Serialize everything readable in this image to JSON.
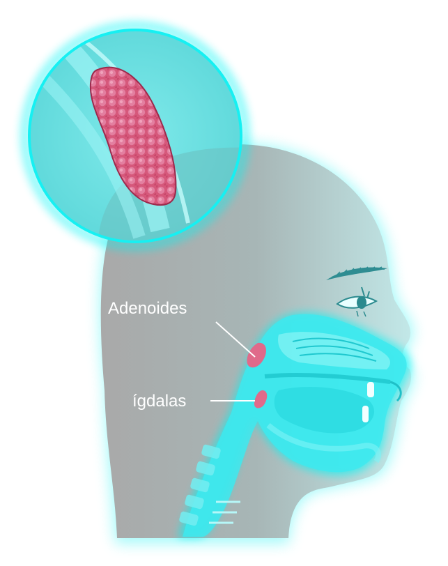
{
  "labels": {
    "adenoids": "Adenoides",
    "tonsils": "ígdalas"
  },
  "colors": {
    "background": "#ffffff",
    "head_gray": "#a6a6a6",
    "head_teal_tint": "#bfe3e3",
    "glow_cyan": "#00f4f4",
    "airway_cyan": "#22ecf0",
    "tissue_pink": "#e06a8a",
    "tissue_dark": "#9b2a4c",
    "eye_teal": "#2a8a8e",
    "label_white": "#ffffff"
  },
  "icons": [
    "magnifier-circle",
    "head-profile",
    "eye",
    "eyebrow",
    "adenoid-tissue",
    "tonsil-tissue"
  ]
}
